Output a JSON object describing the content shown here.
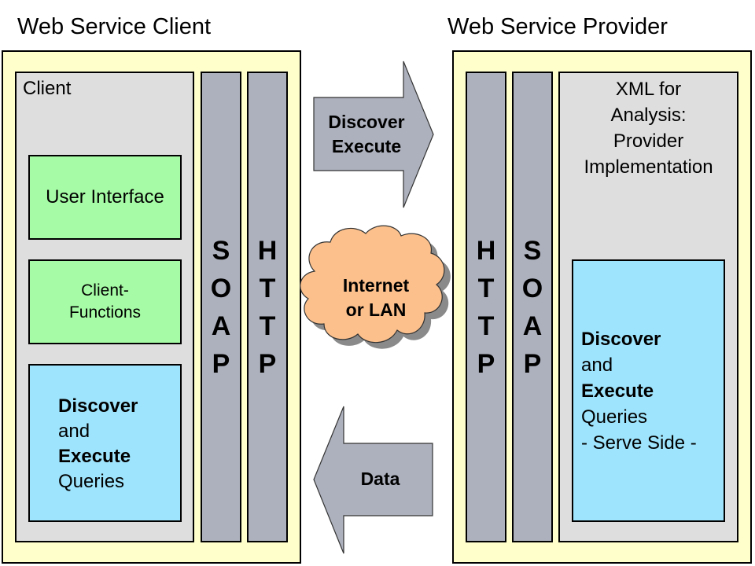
{
  "client_side": {
    "heading": "Web Service Client",
    "client_box_label": "Client",
    "user_interface": "User Interface",
    "client_functions": [
      "Client-",
      "Functions"
    ],
    "queries_box": {
      "line1": "Discover",
      "line2": "and",
      "line3": "Execute",
      "line4": "Queries"
    },
    "soap_letters": [
      "S",
      "O",
      "A",
      "P"
    ],
    "http_letters": [
      "H",
      "T",
      "T",
      "P"
    ]
  },
  "provider_side": {
    "heading": "Web Service Provider",
    "xml_box_label": [
      "XML for",
      "Analysis:",
      "Provider",
      "Implementation"
    ],
    "queries_box": {
      "line1": "Discover",
      "line2": "and",
      "line3": "Execute",
      "line4": "Queries",
      "line5": "- Serve Side -"
    },
    "http_letters": [
      "H",
      "T",
      "T",
      "P"
    ],
    "soap_letters": [
      "S",
      "O",
      "A",
      "P"
    ]
  },
  "network": {
    "request_arrow": [
      "Discover",
      "Execute"
    ],
    "cloud": [
      "Internet",
      "or LAN"
    ],
    "response_arrow": "Data"
  },
  "colors": {
    "panel": "#ffffcc",
    "box_gray": "#dedede",
    "protocol_bar": "#adb1bd",
    "green_box": "#a6fca6",
    "blue_box": "#9ee4fc",
    "cloud": "#fcc08c"
  }
}
